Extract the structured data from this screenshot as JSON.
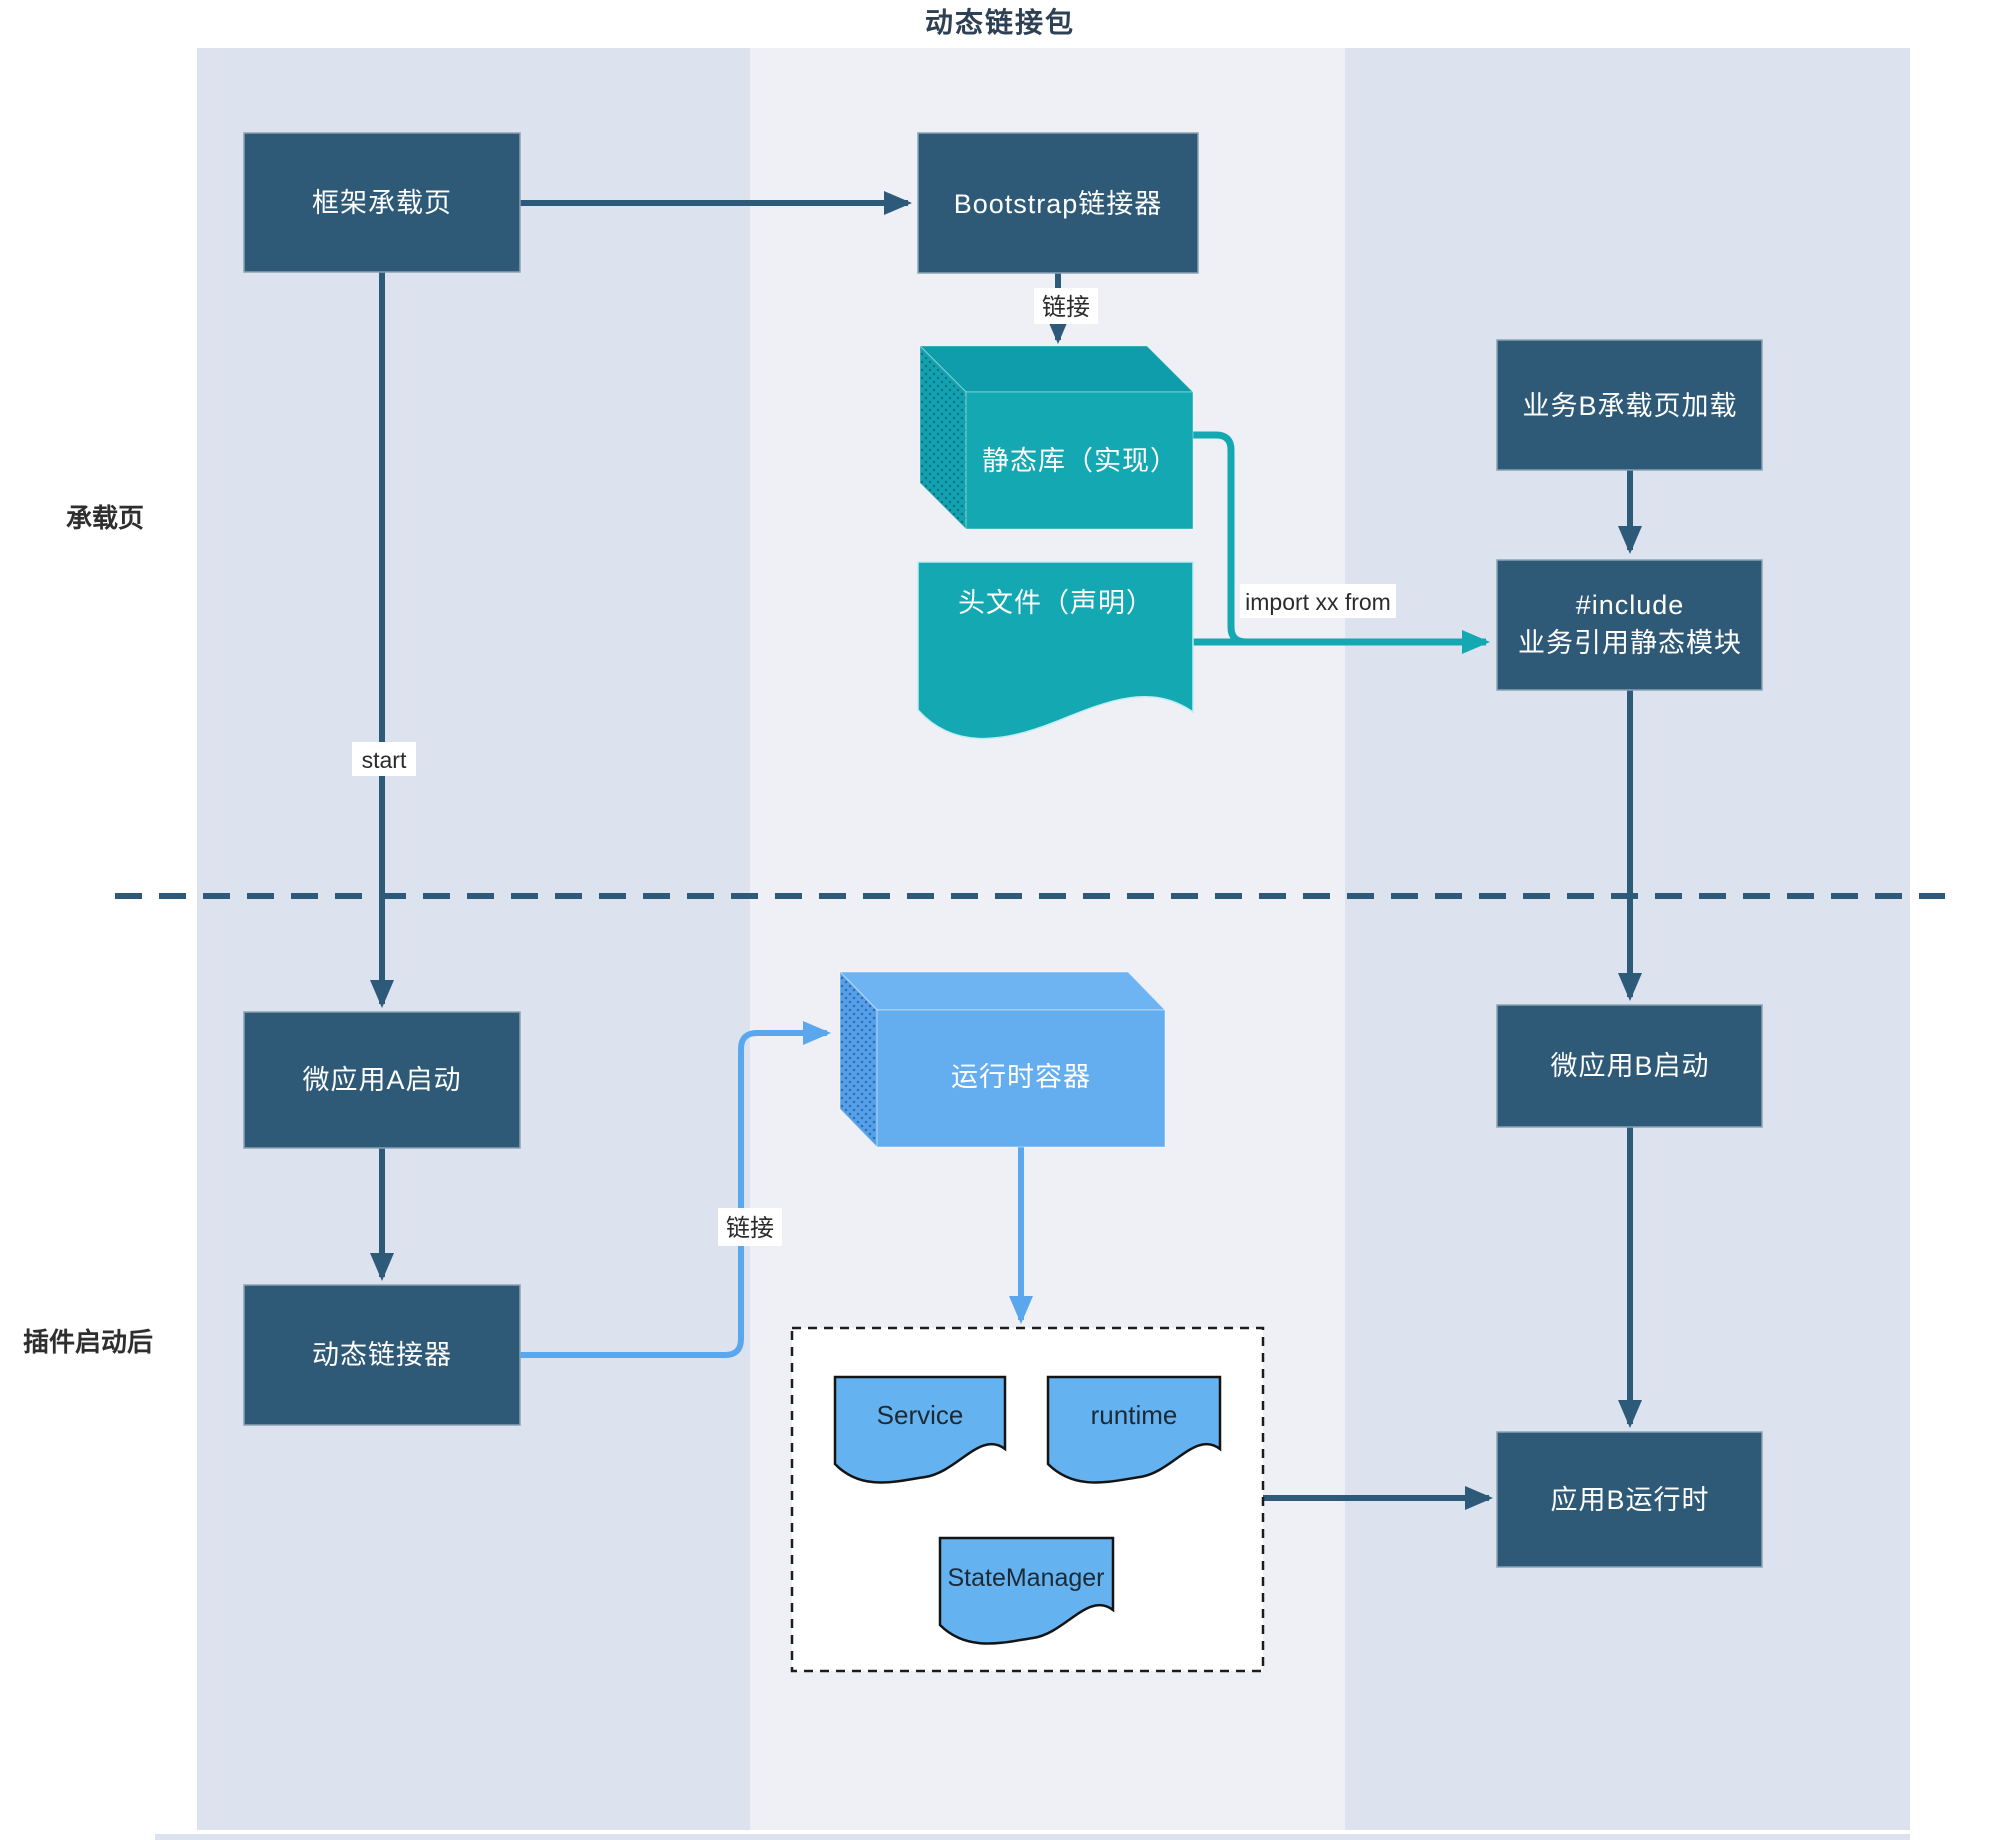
{
  "title": "动态链接包",
  "row_labels": {
    "carrier_page": "承载页",
    "after_plugin_start": "插件启动后"
  },
  "nodes": {
    "frame_page": "框架承载页",
    "bootstrap_linker": "Bootstrap链接器",
    "static_lib": "静态库（实现）",
    "header_file": "头文件（声明）",
    "biz_b_load": "业务B承载页加载",
    "include_line1": "#include",
    "include_line2": "业务引用静态模块",
    "micro_a_start": "微应用A启动",
    "dynamic_linker": "动态链接器",
    "runtime_container": "运行时容器",
    "service_doc": "Service",
    "runtime_doc": "runtime",
    "state_manager_doc": "StateManager",
    "micro_b_start": "微应用B启动",
    "app_b_runtime": "应用B运行时"
  },
  "edge_labels": {
    "link_top": "链接",
    "start": "start",
    "import_from": "import xx from",
    "link_bottom": "链接"
  },
  "colors": {
    "node_fill": "#2f5a77",
    "teal_fill": "#14a8b2",
    "teal_dark": "#0f9dab",
    "blue3d_fill": "#64aef0",
    "doc_blue_fill": "#64b2f0",
    "lane_dark": "#dce3ee",
    "lane_light": "#eef0f6",
    "arrow_dark": "#2e5a7a",
    "arrow_teal": "#14a8b2",
    "arrow_blue": "#5aa7ee"
  }
}
